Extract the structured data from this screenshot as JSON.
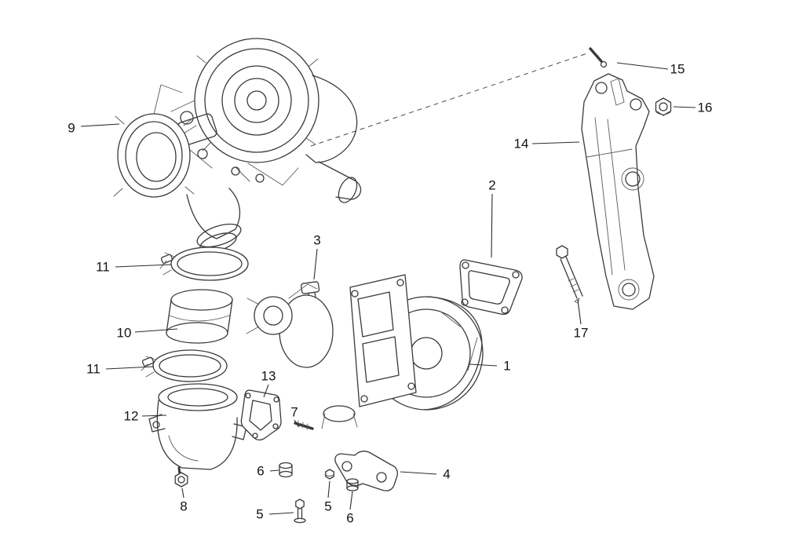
{
  "diagram": {
    "type": "exploded-parts-diagram",
    "subject": "Turbocharger assembly and mounting hardware",
    "background_color": "#ffffff",
    "line_color": "#3a3a3a",
    "label_color": "#141414",
    "callouts": [
      {
        "label": "9",
        "part": "turbocharger-assembly"
      },
      {
        "label": "15",
        "part": "stud-pin"
      },
      {
        "label": "16",
        "part": "hex-nut"
      },
      {
        "label": "14",
        "part": "mounting-bracket"
      },
      {
        "label": "2",
        "part": "inlet-gasket"
      },
      {
        "label": "3",
        "part": "sensor-fitting"
      },
      {
        "label": "11",
        "part": "v-band-clamp-upper"
      },
      {
        "label": "10",
        "part": "connecting-hose"
      },
      {
        "label": "11",
        "part": "v-band-clamp-lower"
      },
      {
        "label": "1",
        "part": "turbocharger-main"
      },
      {
        "label": "12",
        "part": "intake-elbow"
      },
      {
        "label": "13",
        "part": "elbow-gasket"
      },
      {
        "label": "7",
        "part": "stud"
      },
      {
        "label": "6",
        "part": "spacer-left"
      },
      {
        "label": "5",
        "part": "bolt-left"
      },
      {
        "label": "5",
        "part": "bracket-bolt"
      },
      {
        "label": "6",
        "part": "bracket-spacer"
      },
      {
        "label": "4",
        "part": "support-bracket"
      },
      {
        "label": "8",
        "part": "flange-nut"
      },
      {
        "label": "17",
        "part": "long-bolt"
      }
    ]
  }
}
